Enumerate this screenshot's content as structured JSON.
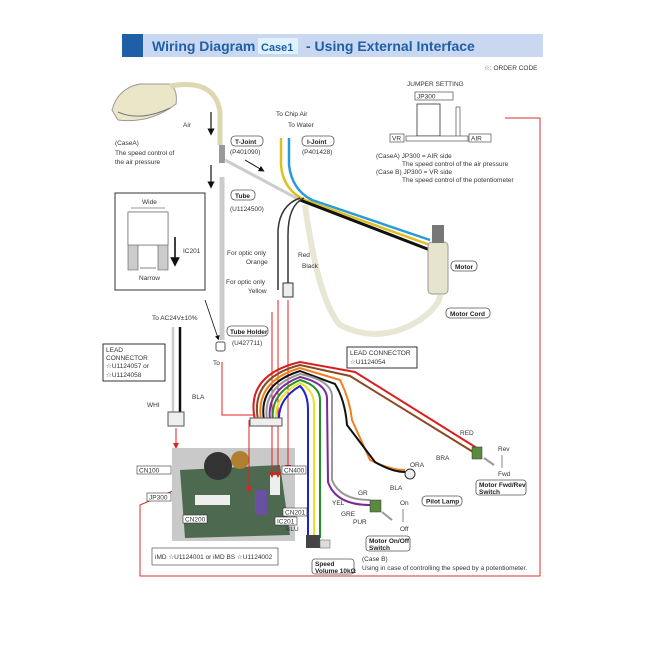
{
  "header": {
    "title": "Wiring Diagram",
    "case_tag": "Case1",
    "subtitle": "- Using External Interface",
    "order_code_note": "☆: ORDER CODE",
    "bar_color": "#c9d7f0",
    "accent_color": "#1f5fa8"
  },
  "pedal": {
    "air": "Air",
    "case_a": "(CaseA)",
    "desc_1": "The speed control of",
    "desc_2": "the air pressure"
  },
  "parts": {
    "t_joint": "T-Joint",
    "t_joint_code": "(P401090)",
    "i_joint": "I-Joint",
    "i_joint_code": "(P401428)",
    "to_chip_air": "To Chip Air",
    "to_water": "To Water",
    "tube": "Tube",
    "tube_code": "(U1124500)",
    "tube_holder": "Tube Holder",
    "tube_holder_code": "(U427711)",
    "to": "To",
    "motor": "Motor",
    "motor_cord": "Motor Cord",
    "optic_orange_1": "For optic only",
    "optic_orange_2": "Orange",
    "optic_yellow_1": "For optic only",
    "optic_yellow_2": "Yellow",
    "red": "Red",
    "black": "Black"
  },
  "ic201_inset": {
    "wide": "Wide",
    "narrow": "Narrow",
    "label": "IC201"
  },
  "jumper": {
    "title": "JUMPER SETTING",
    "jp300": "JP300",
    "vr": "VR",
    "air": "AIR",
    "case_a": "(CaseA) JP300 = AIR side",
    "case_a_desc": "The speed control of the air pressure",
    "case_b": "(Case B) JP300 = VR side",
    "case_b_desc": "The speed control of the potentiometer"
  },
  "power": {
    "to_ac": "To AC24V±10%",
    "lead_title_1": "LEAD",
    "lead_title_2": "CONNECTOR",
    "lead_code_1": "☆U1124057  or",
    "lead_code_2": "☆U1124058",
    "bla": "BLA",
    "whi": "WHI"
  },
  "lead_connector_right": {
    "title": "LEAD CONNECTOR",
    "code": "☆U1124054"
  },
  "board": {
    "cn100": "CN100",
    "jp300": "JP300",
    "cn200": "CN200",
    "cn400": "CN400",
    "cn201": "CN201",
    "ic201": "IC201",
    "model": "iMD ☆U1124001 or iMD BS ☆U1124002"
  },
  "switches": {
    "red": "RED",
    "bra": "BRA",
    "rev": "Rev",
    "fwd": "Fwd",
    "fwd_rev": [
      "Motor Fwd/Rev",
      "Switch"
    ],
    "ora": "ORA",
    "bla": "BLA",
    "pilot_lamp": "Pilot Lamp",
    "gr": "GR",
    "pur": "PUR",
    "on": "On",
    "off": "Off",
    "on_off": [
      "Motor On/Off",
      "Switch"
    ],
    "yel": "YEL",
    "gre": "GRE",
    "blu": "BLU",
    "speed": [
      "Speed",
      "Volume 10kΩ"
    ],
    "case_b": "(Case B)",
    "case_b_desc": "Using in case of controlling the speed by a potentiometer."
  }
}
